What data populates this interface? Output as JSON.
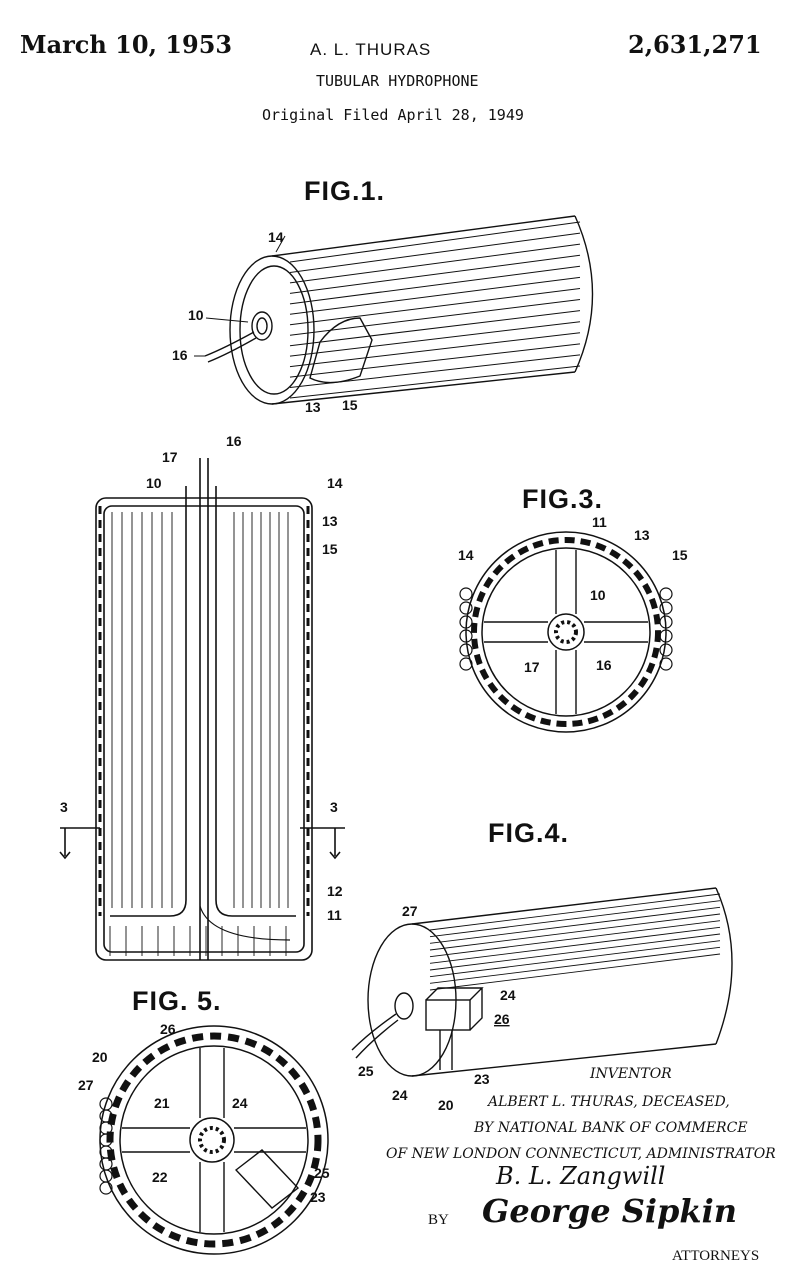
{
  "header": {
    "date": "March 10, 1953",
    "inventor_name": "A. L. THURAS",
    "patent_number": "2,631,271",
    "title": "TUBULAR HYDROPHONE",
    "filed": "Original Filed April 28, 1949"
  },
  "figures": {
    "fig1": "FIG.1.",
    "fig3": "FIG.3.",
    "fig4": "FIG.4.",
    "fig5": "FIG. 5."
  },
  "refs": {
    "fig1": [
      "14",
      "10",
      "16",
      "13",
      "15"
    ],
    "fig2": [
      "17",
      "16",
      "10",
      "14",
      "13",
      "15",
      "3",
      "3",
      "12",
      "11"
    ],
    "fig3": [
      "11",
      "13",
      "14",
      "15",
      "10",
      "17",
      "16"
    ],
    "fig4": [
      "27",
      "24",
      "26",
      "25",
      "24",
      "23",
      "20"
    ],
    "fig5": [
      "26",
      "20",
      "27",
      "21",
      "24",
      "22",
      "25",
      "23"
    ]
  },
  "signature": {
    "inventor_heading": "INVENTOR",
    "line1": "ALBERT L. THURAS, DECEASED,",
    "line2": "BY NATIONAL BANK OF COMMERCE",
    "line3": "OF NEW LONDON CONNECTICUT, ADMINISTRATOR",
    "administrator_sign": "B. L. Zangwill",
    "by": "BY",
    "attorney_sign": "George Sipkin",
    "attorney_label": "ATTORNEYS"
  }
}
